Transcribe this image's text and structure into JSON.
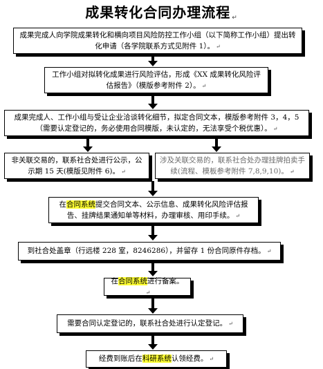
{
  "title": "成果转化合同办理流程",
  "para_mark": "↵",
  "steps": {
    "s1": "成果完成人向学院成果转化和横向项目风险防控工作小组（以下简称工作小组）提出转化申请（各学院联系方式见附件 1）。",
    "s2": "工作小组对拟转化成果进行风险评估，形成《XX 成果转化风险评估报告》（模版参考附件 2）。",
    "s3": "成果完成人、工作小组与受让企业洽谈转化细节，拟定合同文本，模版参考附件 3，4，5（需要认定登记的，务必使用合同模版，未认定的，无法享受个税优惠）。",
    "s4a": "非关联交易的，联系社合处进行公示，公示期 15 天(模版见附件 6)。",
    "s4b": "涉及关联交易的，联系社合处办理挂牌拍卖手续(流程、模板参考附件 7,8,9,10)。",
    "s5": {
      "pre": "在",
      "hl": "合同系统",
      "post": "提交合同文本、公示信息、成果转化风险评估报告、挂牌结果通知单等材料，办理审核、用印手续。"
    },
    "s6": "到社合处盖章（行远楼 228 室，8246286），并留存 1 份合同原件存档。",
    "s7": {
      "pre": "在",
      "hl": "合同系统",
      "post": "进行备案。"
    },
    "s8": "需要合同认定登记的，联系社合处进行认定登记。",
    "s9": {
      "pre": "经费到账后在",
      "hl": "科研系统",
      "post": "认领经费。"
    }
  },
  "colors": {
    "highlight": "#ffff33",
    "border": "#000000",
    "muted_text": "#6b6b6b"
  }
}
